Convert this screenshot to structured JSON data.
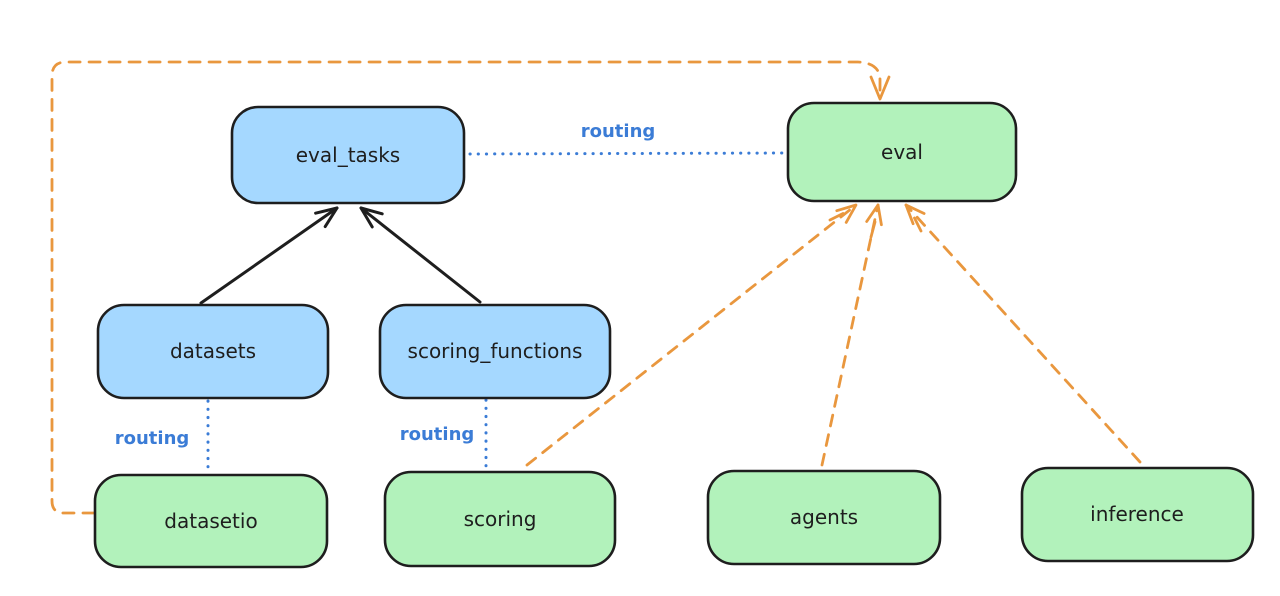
{
  "diagram": {
    "nodes": {
      "eval_tasks": {
        "label": "eval_tasks",
        "fill": "#a5d8ff"
      },
      "eval": {
        "label": "eval",
        "fill": "#b2f2bb"
      },
      "datasets": {
        "label": "datasets",
        "fill": "#a5d8ff"
      },
      "scoring_functions": {
        "label": "scoring_functions",
        "fill": "#a5d8ff"
      },
      "datasetio": {
        "label": "datasetio",
        "fill": "#b2f2bb"
      },
      "scoring": {
        "label": "scoring",
        "fill": "#b2f2bb"
      },
      "agents": {
        "label": "agents",
        "fill": "#b2f2bb"
      },
      "inference": {
        "label": "inference",
        "fill": "#b2f2bb"
      }
    },
    "edge_labels": {
      "eval_tasks_eval": "routing",
      "datasets_datasetio": "routing",
      "scoring_functions_scoring": "routing"
    },
    "edges": [
      {
        "from": "datasets",
        "to": "eval_tasks",
        "style": "solid-arrow",
        "color": "#1e1e1e"
      },
      {
        "from": "scoring_functions",
        "to": "eval_tasks",
        "style": "solid-arrow",
        "color": "#1e1e1e"
      },
      {
        "from": "eval_tasks",
        "to": "eval",
        "style": "dotted",
        "color": "#3b7cd6",
        "label": "routing"
      },
      {
        "from": "datasets",
        "to": "datasetio",
        "style": "dotted",
        "color": "#3b7cd6",
        "label": "routing"
      },
      {
        "from": "scoring_functions",
        "to": "scoring",
        "style": "dotted",
        "color": "#3b7cd6",
        "label": "routing"
      },
      {
        "from": "datasetio",
        "to": "eval",
        "style": "dashed-arrow",
        "color": "#e9973e"
      },
      {
        "from": "scoring",
        "to": "eval",
        "style": "dashed-arrow",
        "color": "#e9973e"
      },
      {
        "from": "agents",
        "to": "eval",
        "style": "dashed-arrow",
        "color": "#e9973e"
      },
      {
        "from": "inference",
        "to": "eval",
        "style": "dashed-arrow",
        "color": "#e9973e"
      }
    ],
    "colors": {
      "api_fill": "#a5d8ff",
      "provider_fill": "#b2f2bb",
      "stroke": "#1e1e1e",
      "routing_blue": "#3b7cd6",
      "orange": "#e9973e",
      "background": "#ffffff"
    }
  }
}
